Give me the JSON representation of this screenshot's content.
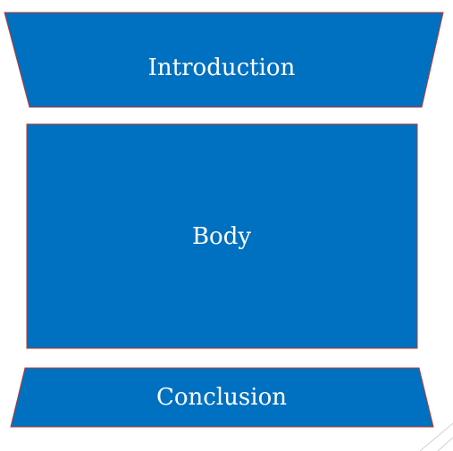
{
  "diagram": {
    "sections": [
      {
        "id": "introduction",
        "label": "Introduction"
      },
      {
        "id": "body",
        "label": "Body"
      },
      {
        "id": "conclusion",
        "label": "Conclusion"
      }
    ]
  },
  "colors": {
    "fill": "#0070C0",
    "border": "#C0392B",
    "text": "#FFFFFF",
    "background": "#FFFFFF"
  }
}
